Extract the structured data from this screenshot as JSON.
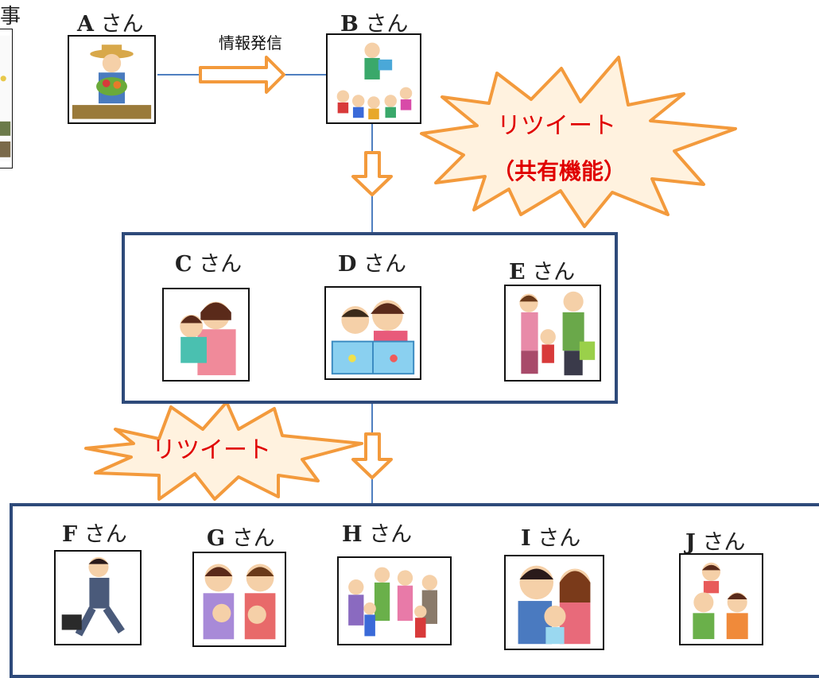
{
  "corner_label": "事",
  "flow_label": "情報発信",
  "burst_top": {
    "line1": "リツイート",
    "line2": "（共有機能）"
  },
  "burst_bottom": {
    "line1": "リツイート"
  },
  "people": {
    "a": {
      "letter": "A",
      "suffix": "さん"
    },
    "b": {
      "letter": "B",
      "suffix": "さん"
    },
    "c": {
      "letter": "C",
      "suffix": "さん"
    },
    "d": {
      "letter": "D",
      "suffix": "さん"
    },
    "e": {
      "letter": "E",
      "suffix": "さん"
    },
    "f": {
      "letter": "F",
      "suffix": "さん"
    },
    "g": {
      "letter": "G",
      "suffix": "さん"
    },
    "h": {
      "letter": "H",
      "suffix": "さん"
    },
    "i": {
      "letter": "I",
      "suffix": "さん"
    },
    "j": {
      "letter": "J",
      "suffix": "さん"
    }
  },
  "colors": {
    "group_border": "#2E4A7A",
    "arrow_outline": "#F39A3C",
    "burst_fill": "#FFF2DF",
    "connector": "#4F7FC0",
    "burst_text": "#E00000"
  }
}
